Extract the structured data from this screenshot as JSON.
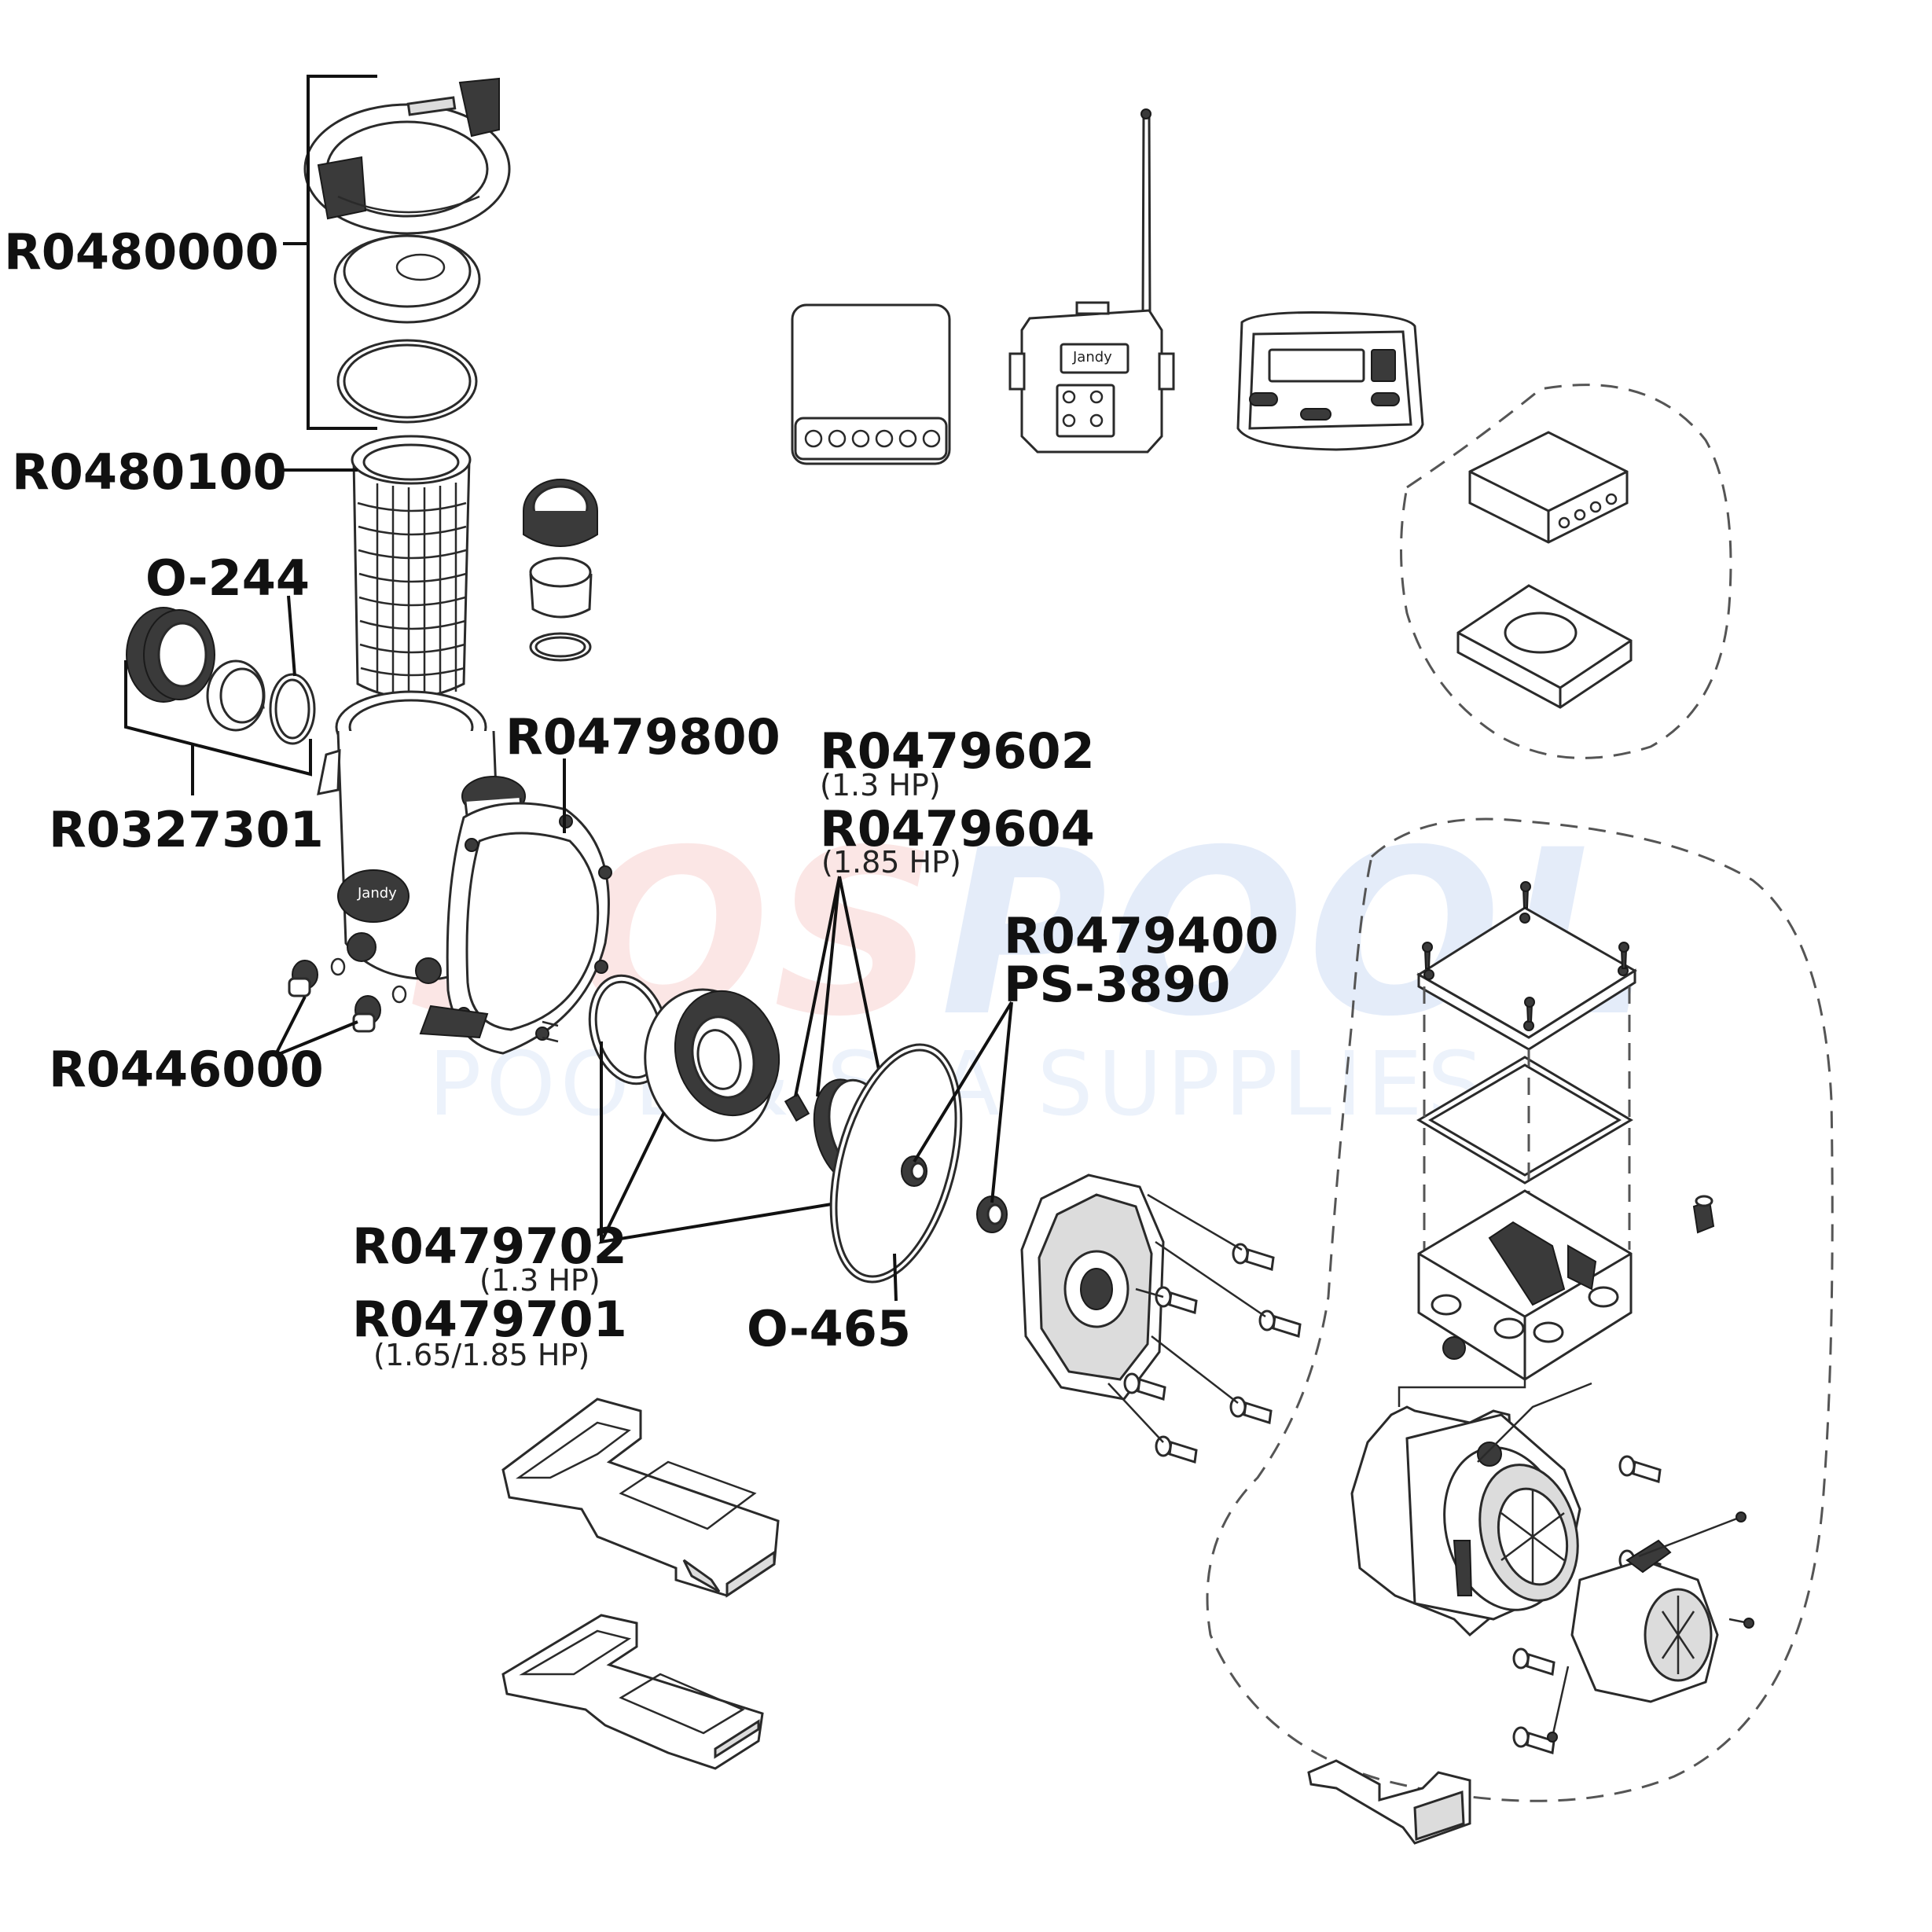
{
  "watermark": {
    "logo_part1": "SOS",
    "logo_part2": "POOL",
    "tagline": "POOL & SPA SUPPLIES"
  },
  "labels": {
    "R0480000": "R0480000",
    "R0480100": "R0480100",
    "O244": "O-244",
    "R0327301": "R0327301",
    "R0479800": "R0479800",
    "R0479602": "R0479602",
    "R0479602_sub": "(1.3 HP)",
    "R0479604": "R0479604",
    "R0479604_sub": "(1.85 HP)",
    "R0479400": "R0479400",
    "PS3890": "PS-3890",
    "R0446000": "R0446000",
    "R0479702": "R0479702",
    "R0479702_sub": "(1.3 HP)",
    "R0479701": "R0479701",
    "R0479701_sub": "(1.65/1.85 HP)",
    "O465": "O-465"
  },
  "device_text": {
    "brand": "Jandy"
  }
}
